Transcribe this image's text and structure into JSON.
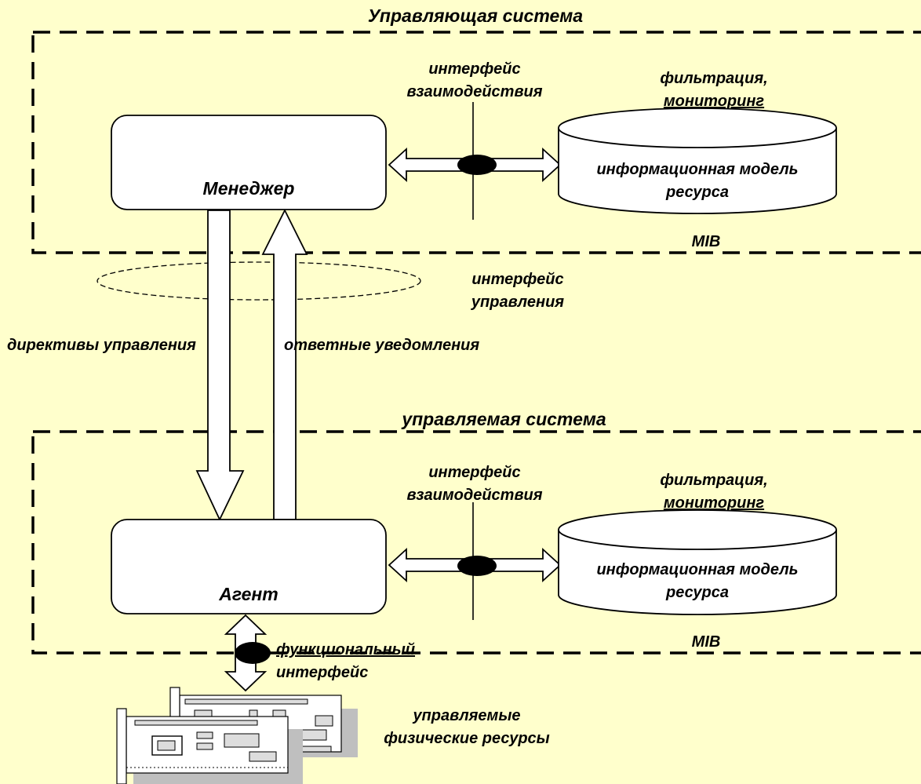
{
  "diagram": {
    "managing_system": {
      "title": "Управляющая система",
      "manager": "Менеджер",
      "interface_line1": "интерфейс",
      "interface_line2": "взаимодействия",
      "filter_line1": "фильтрация,",
      "filter_line2": "мониторинг",
      "model_line1": "информационная модель",
      "model_line2": "ресурса",
      "mib": "MIB"
    },
    "management_interface": {
      "line1": "интерфейс",
      "line2": "управления"
    },
    "directives": "директивы управления",
    "responses": "ответные уведомления",
    "managed_system": {
      "title": "управляемая система",
      "agent": "Агент",
      "interface_line1": "интерфейс",
      "interface_line2": "взаимодействия",
      "filter_line1": "фильтрация,",
      "filter_line2": "мониторинг",
      "model_line1": "информационная модель",
      "model_line2": "ресурса",
      "mib": "MIB"
    },
    "functional_interface": {
      "line1": "функциональный",
      "line2": "интерфейс"
    },
    "physical_resources": {
      "line1": "управляемые",
      "line2": "физические ресурсы"
    }
  },
  "colors": {
    "background": "#FFFFCC",
    "stroke": "#000000",
    "fill": "#FFFFFF",
    "card_shadow": "#BFBFBF"
  },
  "icons": [
    "network-card-icon"
  ]
}
